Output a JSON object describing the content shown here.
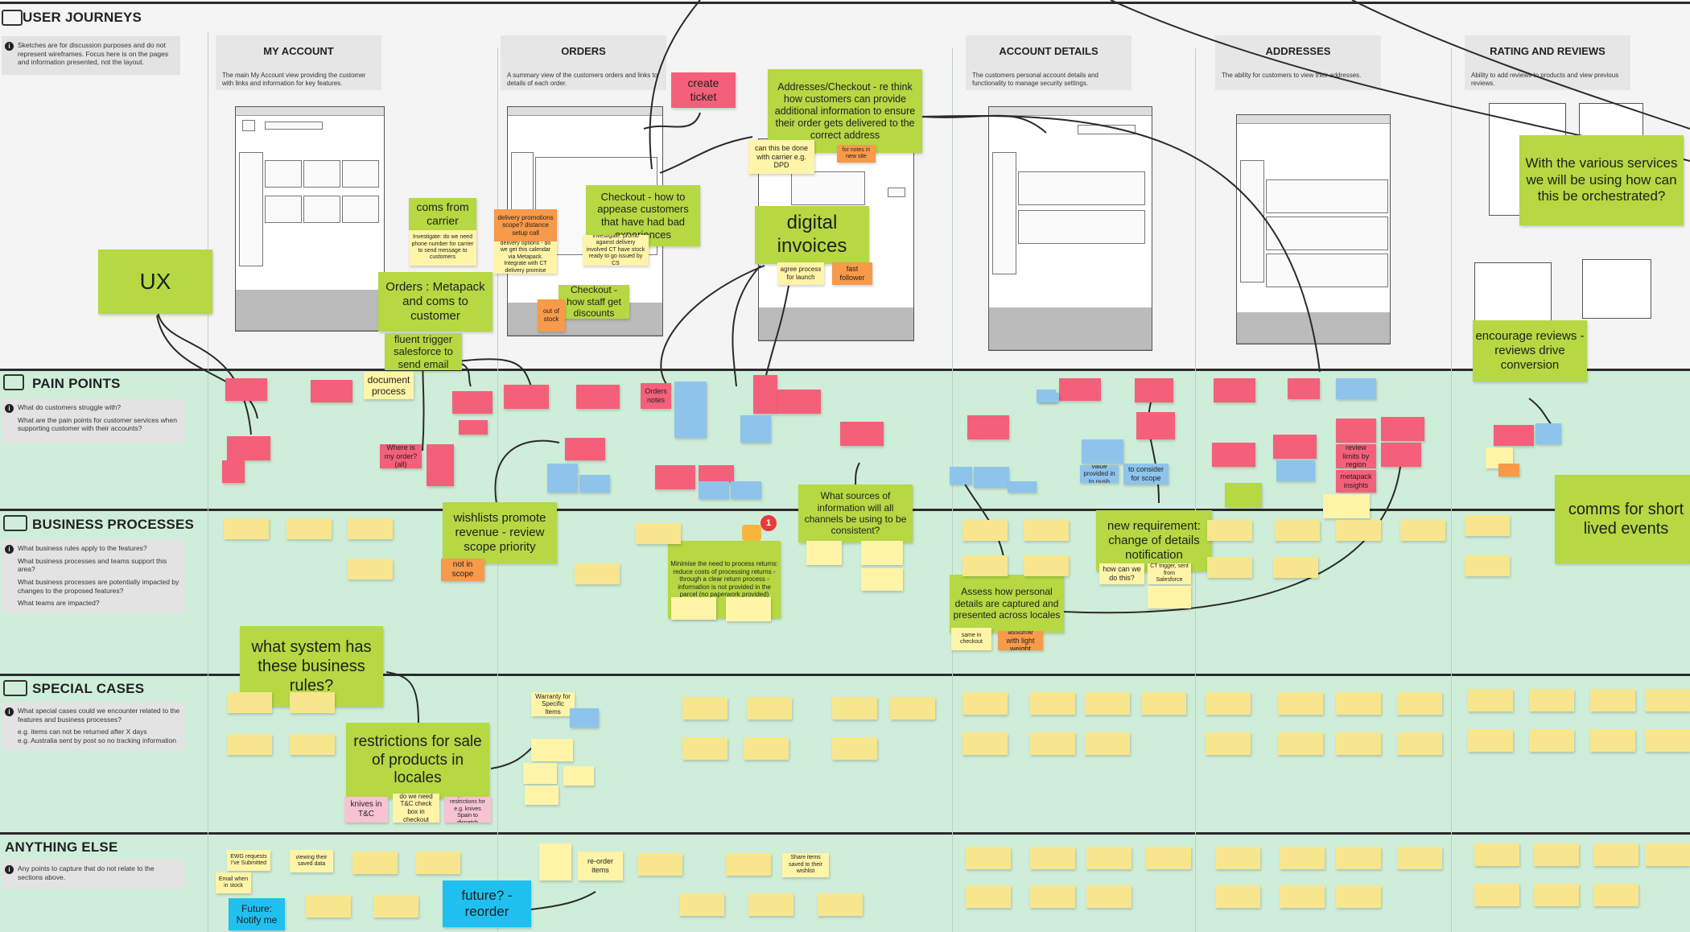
{
  "sections": {
    "user_journeys": {
      "title": "USER JOURNEYS",
      "help": "Sketches are for discussion purposes and do not represent wireframes. Focus here is on the pages and information presented, not the layout."
    },
    "pain_points": {
      "title": "PAIN POINTS",
      "help1": "What do customers struggle with?",
      "help2": "What are the pain points for customer services when supporting customer with their accounts?"
    },
    "business_processes": {
      "title": "BUSINESS PROCESSES",
      "help1": "What business rules apply to the features?",
      "help2": "What business processes and teams support this area?",
      "help3": "What business processes are potentially impacted by changes to the proposed features?",
      "help4": "What teams are impacted?"
    },
    "special_cases": {
      "title": "SPECIAL CASES",
      "help1": "What special cases could we encounter related to the features and business processes?",
      "help2": "e.g. items can not be returned after X days",
      "help3": "e.g. Australia sent by post so no tracking information"
    },
    "anything_else": {
      "title": "ANYTHING ELSE",
      "help": "Any points to capture that do not relate to the sections above."
    }
  },
  "columns": [
    {
      "title": "MY ACCOUNT",
      "desc": "The main My Account view providing the customer with links and information for key features."
    },
    {
      "title": "ORDERS",
      "desc": "A summary view of the customers orders and links to details of each order."
    },
    {
      "title": "ACCOUNT DETAILS",
      "desc": "The customers personal account details and functionality to manage security settings."
    },
    {
      "title": "ADDRESSES",
      "desc": "The ability for customers to view their addresses."
    },
    {
      "title": "RATING AND REVIEWS",
      "desc": "Ability to add reviews to products and view previous reviews."
    }
  ],
  "stickies": {
    "ux": "UX",
    "coms_from_carrier": "coms from carrier",
    "coms_note": "Investigate: do we need phone number for carrier to send message to customers",
    "orders_metapack": "Orders : Metapack and coms to customer",
    "fluent_trigger": "fluent trigger salesforce to send email",
    "document_process": "document process",
    "delivery_promotions": "delivery promotions scope? distance setup call",
    "delivery_options": "delivery options - do we get this calendar via Metapack. Integrate with CT delivery promise",
    "create_ticket": "create ticket",
    "checkout_appease": "Checkout - how to appease customers that have had bad experiences",
    "investigate_promo": "Investigate: promo against delivery involved CT have stock ready to go issued by CS",
    "checkout_staff": "Checkout - how staff get discounts",
    "out_of_stock": "out of stock",
    "addresses_checkout": "Addresses/Checkout - re think how customers can provide additional information to ensure their order gets delivered to the correct address",
    "done_with_carrier": "can this be done with carrier e.g. DPD",
    "for_notes": "for notes in new site",
    "digital_invoices": "digital invoices",
    "agree_process": "agree process for launch",
    "fast_follower": "fast follower",
    "with_various_services": "With the various services we will be using how can this be orchestrated?",
    "encourage_reviews": "encourage reviews - reviews drive conversion",
    "orders_notes": "Orders notes",
    "where_is_order": "Where is my order? (all)",
    "wishlists": "wishlists promote revenue - review scope priority",
    "not_in_scope": "not in scope",
    "what_sources": "What sources of information will all channels be using to be consistent?",
    "minimise_returns": "Minimise the need to process returns: reduce costs of processing returns - through a clear return process - information is not provided in the parcel (no paperwork provided)",
    "new_requirement": "new requirement: change of details notification",
    "how_can_we": "how can we do this?",
    "ct_trigger": "CT trigger, sent from Salesforce",
    "assess_personal": "Assess how personal details are captured and presented across locales",
    "assume_light": "assume with light weight",
    "same_in_checkout": "same in checkout",
    "metapack_insights": "metapack insights",
    "review_limits": "review limits by region",
    "to_consider": "to consider for scope",
    "value_provided": "value provided in to nush",
    "comms_short": "comms for short lived events",
    "what_system": "what system has these business rules?",
    "restrictions": "restrictions for sale of products in locales",
    "knives": "knives in T&C",
    "do_we_need_tc": "do we need T&C check box in checkout",
    "product_restrictions": "product restrictions for e.g. knives Spain to dispatch",
    "warranty": "Warranty for Specific Items",
    "future_notify": "Future: Notify me",
    "future_reorder": "future? - reorder",
    "re_order": "re-order items",
    "ewg_requests": "EWG requests I've Submitted",
    "email_when_stock": "Email when in stock",
    "viewing_saved": "viewing their saved data",
    "share_items": "Share items saved to their wishlist"
  },
  "badge": "1",
  "colors": {
    "band_green": "#cfeed9",
    "sticky_yellow": "#f7e99a",
    "sticky_green": "#b5d843",
    "sticky_pink": "#f4607a",
    "sticky_orange": "#f79a4a",
    "sticky_blue": "#8ec4ec",
    "sticky_cyan": "#1fc0ef"
  }
}
